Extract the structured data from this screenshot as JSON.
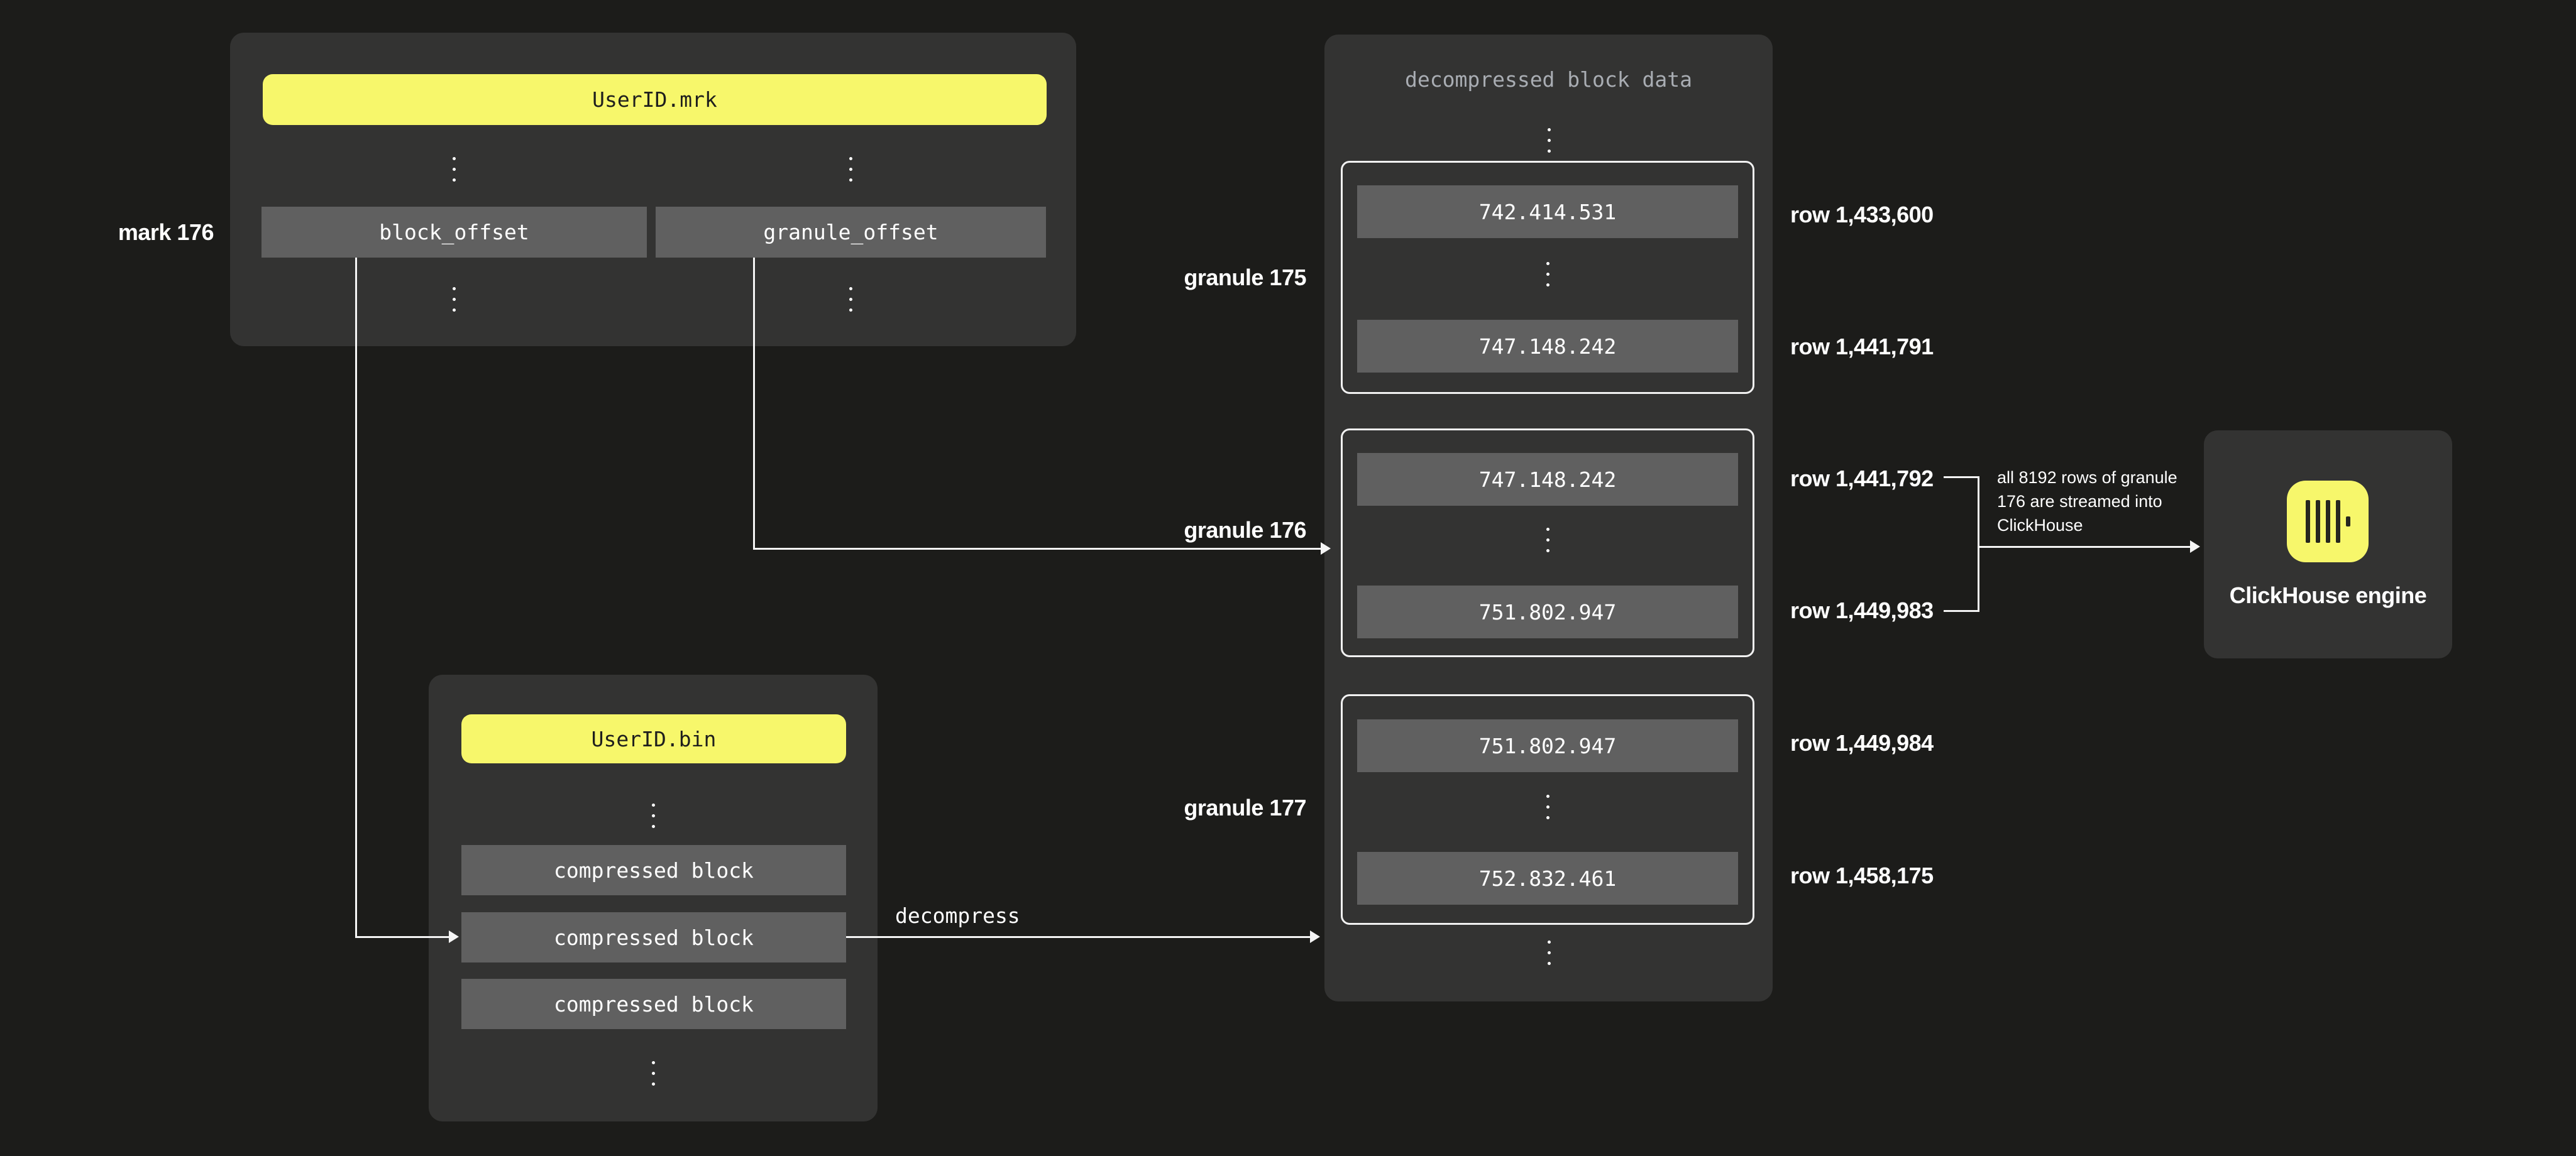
{
  "colors": {
    "background": "#1c1c1a",
    "panel": "#333332",
    "box_grey": "#606060",
    "accent_yellow": "#f7f76b",
    "muted_title": "#a9adb3",
    "line_white": "#f5f5f5"
  },
  "mrk_file": {
    "title": "UserID.mrk",
    "mark_label": "mark 176",
    "fields": [
      "block_offset",
      "granule_offset"
    ]
  },
  "bin_file": {
    "title": "UserID.bin",
    "blocks": [
      "compressed block",
      "compressed block",
      "compressed block"
    ],
    "decompress_label": "decompress"
  },
  "decompressed": {
    "title": "decompressed block data",
    "granules": [
      {
        "label": "granule 175",
        "first_value": "742.414.531",
        "last_value": "747.148.242",
        "first_row": "row 1,433,600",
        "last_row": "row 1,441,791"
      },
      {
        "label": "granule 176",
        "first_value": "747.148.242",
        "last_value": "751.802.947",
        "first_row": "row 1,441,792",
        "last_row": "row 1,449,983"
      },
      {
        "label": "granule 177",
        "first_value": "751.802.947",
        "last_value": "752.832.461",
        "first_row": "row 1,449,984",
        "last_row": "row 1,458,175"
      }
    ]
  },
  "engine": {
    "label": "ClickHouse engine"
  },
  "annotation": {
    "lines": [
      "all 8192 rows of granule",
      "176 are streamed into",
      "ClickHouse"
    ]
  }
}
